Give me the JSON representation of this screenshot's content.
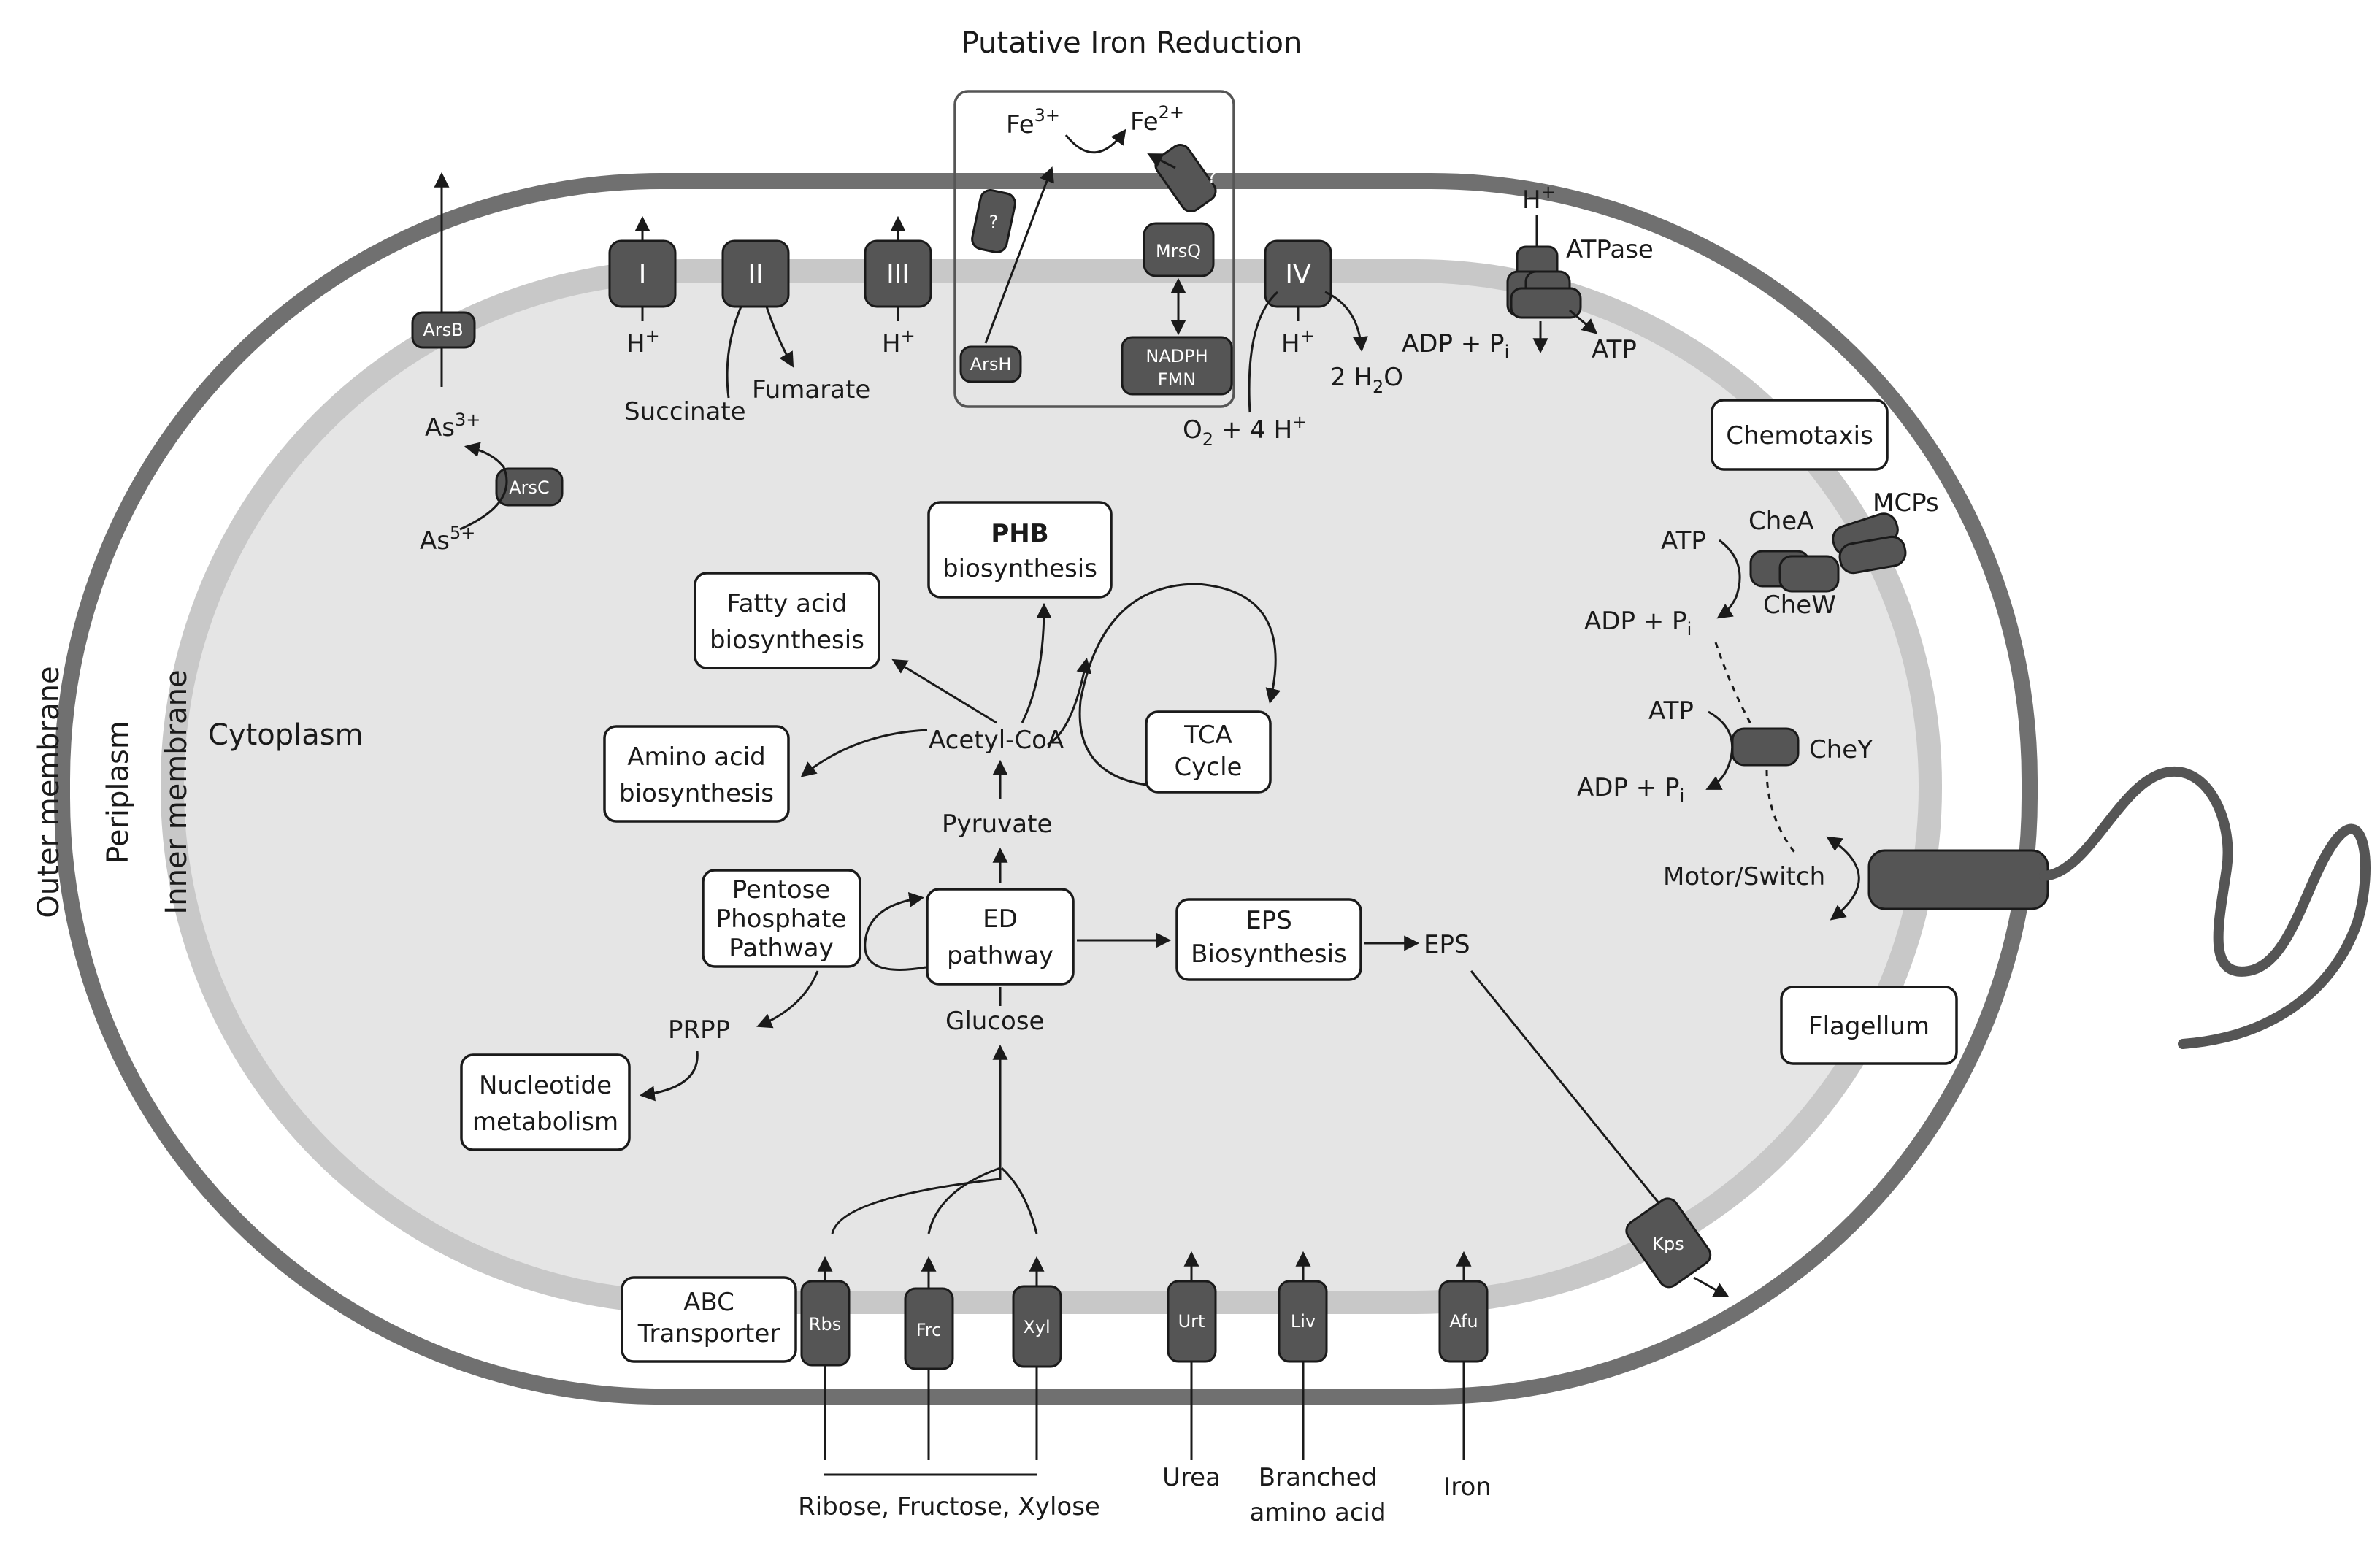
{
  "title": "Putative Iron Reduction",
  "regions": {
    "outer": "Outer membrane",
    "periplasm": "Periplasm",
    "inner": "Inner membrane",
    "cytoplasm": "Cytoplasm"
  },
  "complexes": {
    "c1": "I",
    "c2": "II",
    "c3": "III",
    "c4": "IV",
    "atpase": "ATPase"
  },
  "proteins": {
    "arsb": "ArsB",
    "arsc": "ArsC",
    "arsh": "ArsH",
    "mrsq": "MrsQ",
    "q1": "?",
    "q2": "?",
    "nadph1": "NADPH",
    "nadph2": "FMN",
    "rbs": "Rbs",
    "frc": "Frc",
    "xyl": "Xyl",
    "urt": "Urt",
    "liv": "Liv",
    "afu": "Afu",
    "kps": "Kps"
  },
  "chem": {
    "hplus": "H",
    "plus": "+",
    "succinate": "Succinate",
    "fumarate": "Fumarate",
    "fe": "Fe",
    "fe3": "3+",
    "fe2": "2+",
    "as": "As",
    "as3": "3+",
    "as5": "5+",
    "o2": "O",
    "two": "2",
    "o2rest": " + 4 H",
    "water_pre": "2 H",
    "water_post": "O",
    "adp": "ADP + P",
    "i": "i",
    "atp": "ATP",
    "acetylcoa": "Acetyl-CoA",
    "pyruvate": "Pyruvate",
    "glucose": "Glucose",
    "prpp": "PRPP",
    "eps": "EPS"
  },
  "boxes": {
    "phb1": "PHB",
    "phb2": "biosynthesis",
    "fatty1": "Fatty acid",
    "fatty2": "biosynthesis",
    "amino1": "Amino acid",
    "amino2": "biosynthesis",
    "tca1": "TCA",
    "tca2": "Cycle",
    "pentose1": "Pentose",
    "pentose2": "Phosphate",
    "pentose3": "Pathway",
    "ed1": "ED",
    "ed2": "pathway",
    "epsb1": "EPS",
    "epsb2": "Biosynthesis",
    "nuc1": "Nucleotide",
    "nuc2": "metabolism",
    "abc1": "ABC",
    "abc2": "Transporter",
    "chemotaxis": "Chemotaxis",
    "flagellum": "Flagellum"
  },
  "chemotaxis_parts": {
    "chea": "CheA",
    "chew": "CheW",
    "chey": "CheY",
    "mcps": "MCPs",
    "motor": "Motor/Switch"
  },
  "substrates": {
    "sugars": "Ribose, Fructose, Xylose",
    "urea": "Urea",
    "branched1": "Branched",
    "branched2": "amino acid",
    "iron": "Iron"
  }
}
